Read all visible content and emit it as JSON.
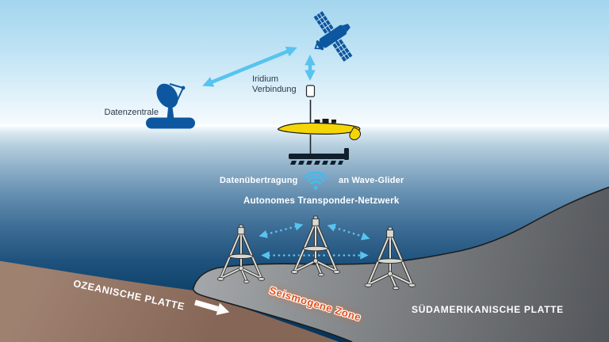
{
  "diagram": {
    "labels": {
      "data_center": "Datenzentrale",
      "iridium_line1": "Iridium",
      "iridium_line2": "Verbindung",
      "data_transfer": "Datenübertragung",
      "to_wave_glider": "an Wave-Glider",
      "transponder_network": "Autonomes Transponder-Netzwerk",
      "oceanic_plate": "OZEANISCHE PLATTE",
      "seismogenic_zone": "Seismogene Zone",
      "south_american_plate": "SÜDAMERIKANISCHE PLATTE"
    },
    "icons": {
      "satellite": "satellite-icon",
      "ground_station_dish": "satellite-dish-icon",
      "wave_glider": "wave-glider-icon",
      "wifi_signal": "wifi-signal-icon",
      "transponder_tripods": "transponder-tripod-icon",
      "iridium_link_arrows": "double-headed-arrow-icon",
      "acoustic_link_arrows": "dotted-double-arrow-icon",
      "plate_motion_arrow": "plate-motion-arrow-icon"
    },
    "colors": {
      "sky_top": "#a3d5ee",
      "sky_horizon": "#f6fbfe",
      "sea_shallow": "#d8e7f0",
      "sea_deep": "#05335a",
      "device_blue": "#0d57a0",
      "link_arrow_blue": "#58c3ef",
      "wifi_blue": "#49b9ea",
      "glider_yellow": "#f4d506",
      "oceanic_plate_brown": "#97796a",
      "south_american_plate_gray": "#7e8184",
      "seismogenic_zone_orange": "#e44d1a",
      "dark_label": "#2c3a4a",
      "white_label": "#ffffff"
    }
  }
}
